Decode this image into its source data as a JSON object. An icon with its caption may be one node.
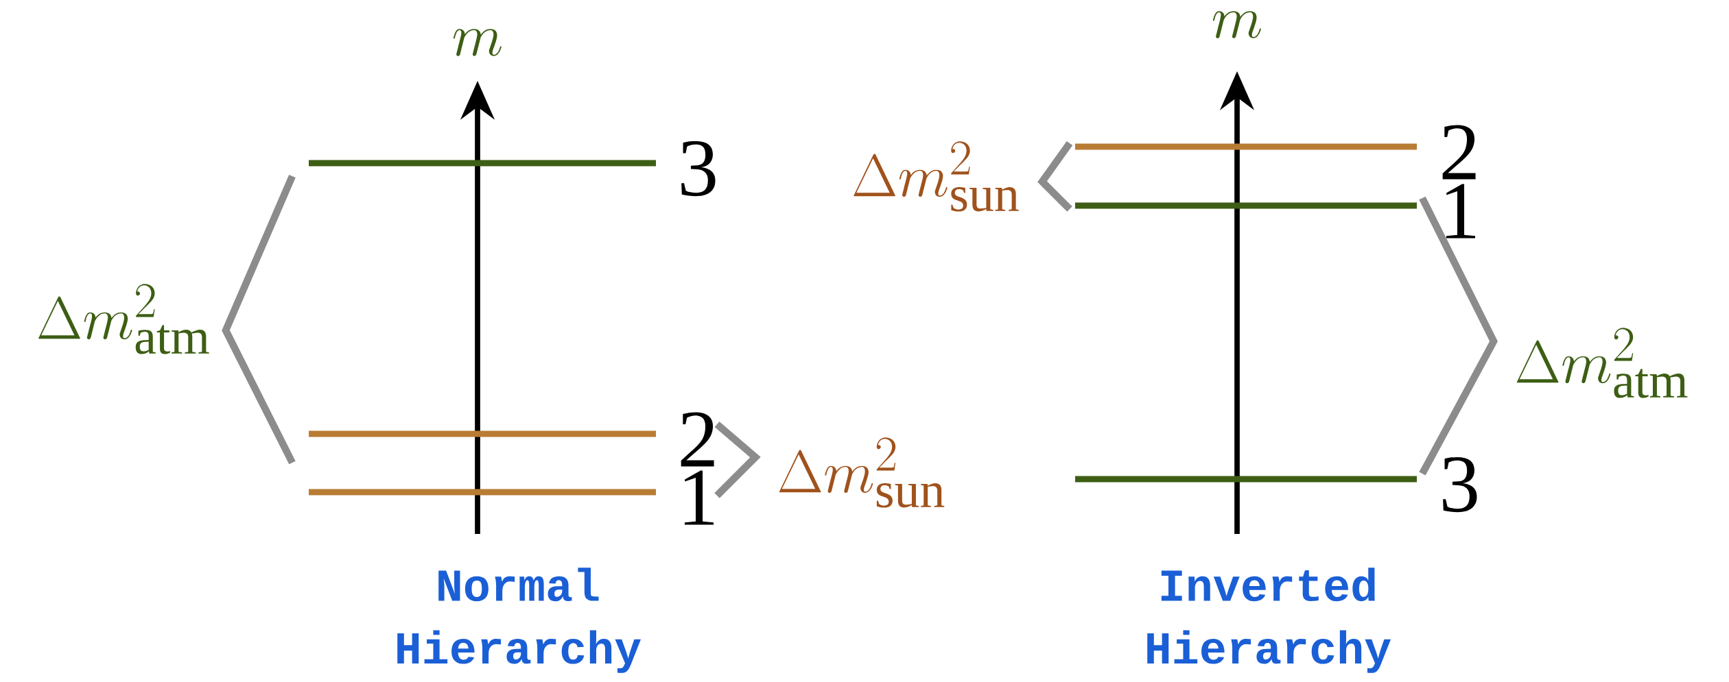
{
  "diagram": {
    "nodes": [
      {
        "text": [],
        "shape": "bar",
        "beside": [
          "3"
        ]
      },
      {
        "text": [],
        "shape": "bar",
        "beside": [
          "2"
        ]
      },
      {
        "text": [],
        "shape": "bar",
        "beside": [
          "1"
        ]
      },
      {
        "text": [],
        "shape": "bar",
        "beside": [
          "2"
        ]
      },
      {
        "text": [],
        "shape": "bar",
        "beside": [
          "1"
        ]
      },
      {
        "text": [],
        "shape": "bar",
        "beside": [
          "3"
        ]
      }
    ],
    "labels": [
      "m",
      "m",
      "\\Delta m^2_{\\mathrm{sun}}",
      "\\Delta m^2_{\\mathrm{atm}}",
      "\\Delta m^2_{\\mathrm{atm}}",
      "\\Delta m^2_{\\mathrm{sun}}",
      "Normal Hierarchy",
      "Inverted Hierarchy"
    ]
  }
}
